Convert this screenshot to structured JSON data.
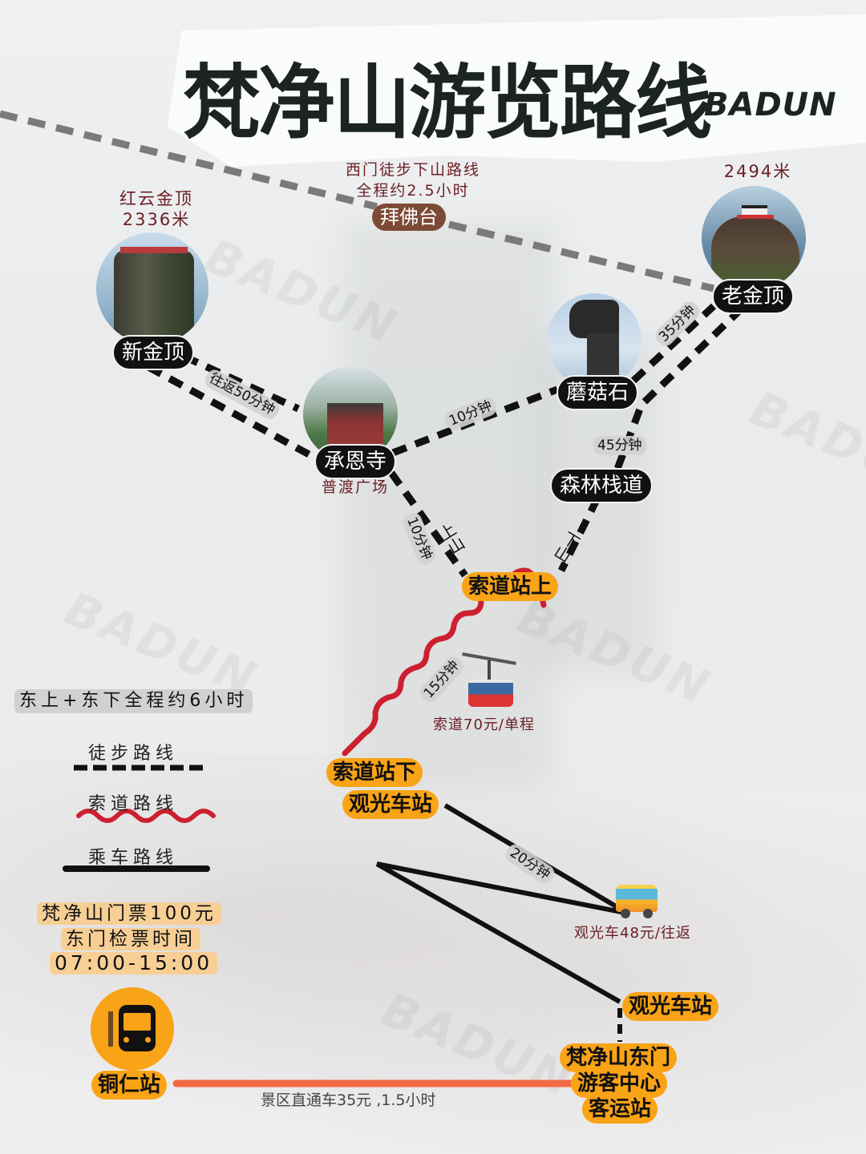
{
  "header": {
    "title": "梵净山游览路线",
    "brand": "BADUN"
  },
  "watermark": "BADUN",
  "west_route": {
    "line1": "西门徒步下山路线",
    "line2": "全程约2.5小时",
    "stop": "拜佛台"
  },
  "peaks": {
    "hongyun": {
      "name": "红云金顶",
      "elevation": "2336米",
      "label": "新金顶"
    },
    "laojinding": {
      "elevation": "2494米",
      "label": "老金顶"
    }
  },
  "nodes": {
    "chengensi": "承恩寺",
    "pudu": "普渡广场",
    "mogushi": "蘑菇石",
    "senlin": "森林栈道",
    "cable_top": "索道站上",
    "cable_bottom": "索道站下",
    "bus_station_1": "观光车站",
    "bus_station_2": "观光车站",
    "tongren": "铜仁站",
    "east_gate": [
      "梵净山东门",
      "游客中心",
      "客运站"
    ]
  },
  "durations": {
    "xinjin_return": "往返50分钟",
    "cheng_mogu": "10分钟",
    "mogu_laojin": "35分钟",
    "senlin": "45分钟",
    "cheng_cable": "10分钟",
    "cable": "15分钟",
    "bus": "20分钟"
  },
  "direction_labels": {
    "up": "上山",
    "down": "下山"
  },
  "captions": {
    "cable_price": "索道70元/单程",
    "bus_price": "观光车48元/往返",
    "shuttle": "景区直通车35元 ,1.5小时"
  },
  "legend": {
    "summary": "东上+东下全程约6小时",
    "items": [
      {
        "label": "徒步路线",
        "style": "dashed"
      },
      {
        "label": "索道路线",
        "style": "wavy"
      },
      {
        "label": "乘车路线",
        "style": "solid"
      }
    ]
  },
  "tickets": {
    "price": "梵净山门票100元",
    "check_label": "东门检票时间",
    "hours": "07:00-15:00"
  },
  "colors": {
    "title": "#1b2420",
    "orange": "#f9a316",
    "maroon": "#6a1f24",
    "cable_red": "#cc2030",
    "shuttle_line": "#f26a45",
    "brown": "#7d4a35"
  }
}
